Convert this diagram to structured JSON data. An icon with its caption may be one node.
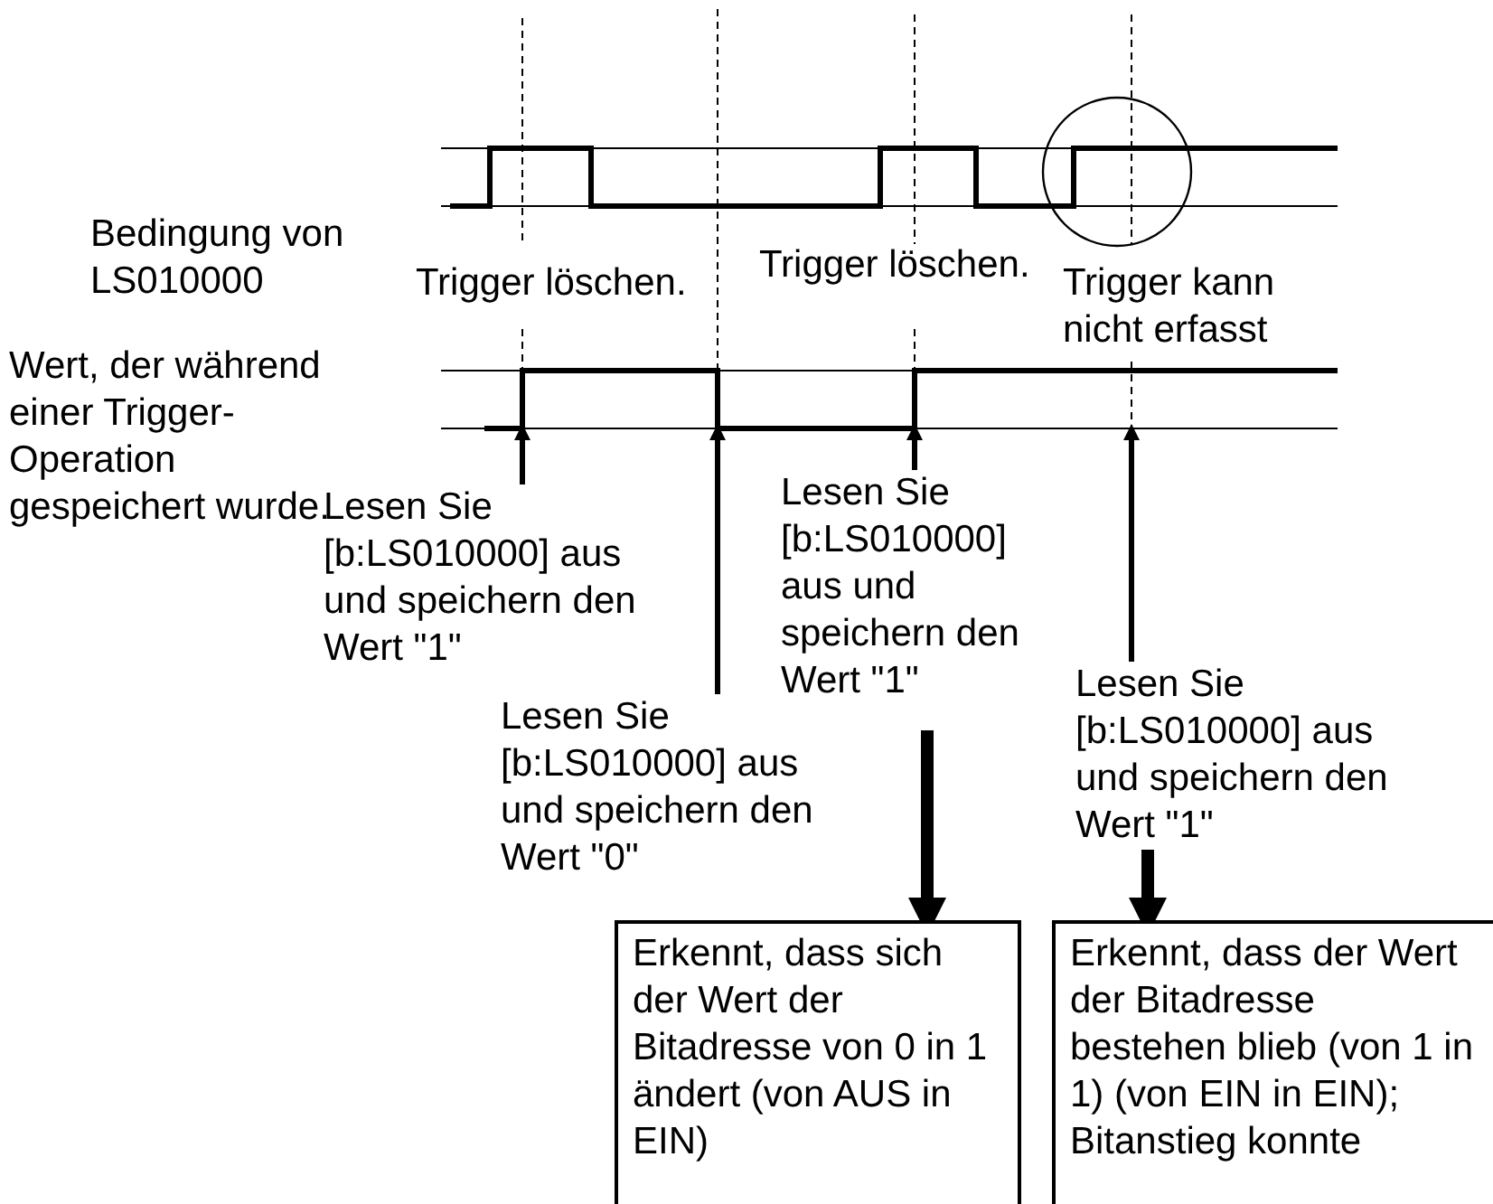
{
  "diagram": {
    "nodes": [
      {
        "text": [
          "Lesen Sie [b:LS010000] aus und speichern den Wert \"1\""
        ]
      },
      {
        "text": [
          "Lesen Sie [b:LS010000] aus und speichern den Wert \"0\""
        ]
      },
      {
        "text": [
          "Lesen Sie [b:LS010000] aus und speichern den Wert \"1\""
        ]
      },
      {
        "text": [
          "Lesen Sie [b:LS010000] aus und speichern den Wert \"1\""
        ]
      },
      {
        "text": [
          "Erkennt, dass sich der Wert der Bitadresse von 0 in 1 ändert (von AUS in EIN)"
        ]
      },
      {
        "text": [
          "Erkennt, dass der Wert der Bitadresse bestehen blieb (von 1 in 1) (von EIN in EIN); Bitanstieg konnte"
        ]
      }
    ],
    "edges": [
      {
        "from": 0,
        "to": null,
        "arrow": "to"
      },
      {
        "from": 1,
        "to": null,
        "arrow": "to"
      },
      {
        "from": 2,
        "to": null,
        "arrow": "to"
      },
      {
        "from": 3,
        "to": null,
        "arrow": "to"
      },
      {
        "from": 2,
        "to": 4,
        "arrow": "to",
        "style": "thick"
      },
      {
        "from": 3,
        "to": 5,
        "arrow": "to",
        "style": "thick"
      }
    ],
    "labels": [
      "Bedingung von LS010000",
      "Trigger löschen.",
      "Trigger löschen.",
      "Trigger kann nicht erfasst",
      "Wert, der während einer Trigger-Operation gespeichert wurde."
    ]
  }
}
